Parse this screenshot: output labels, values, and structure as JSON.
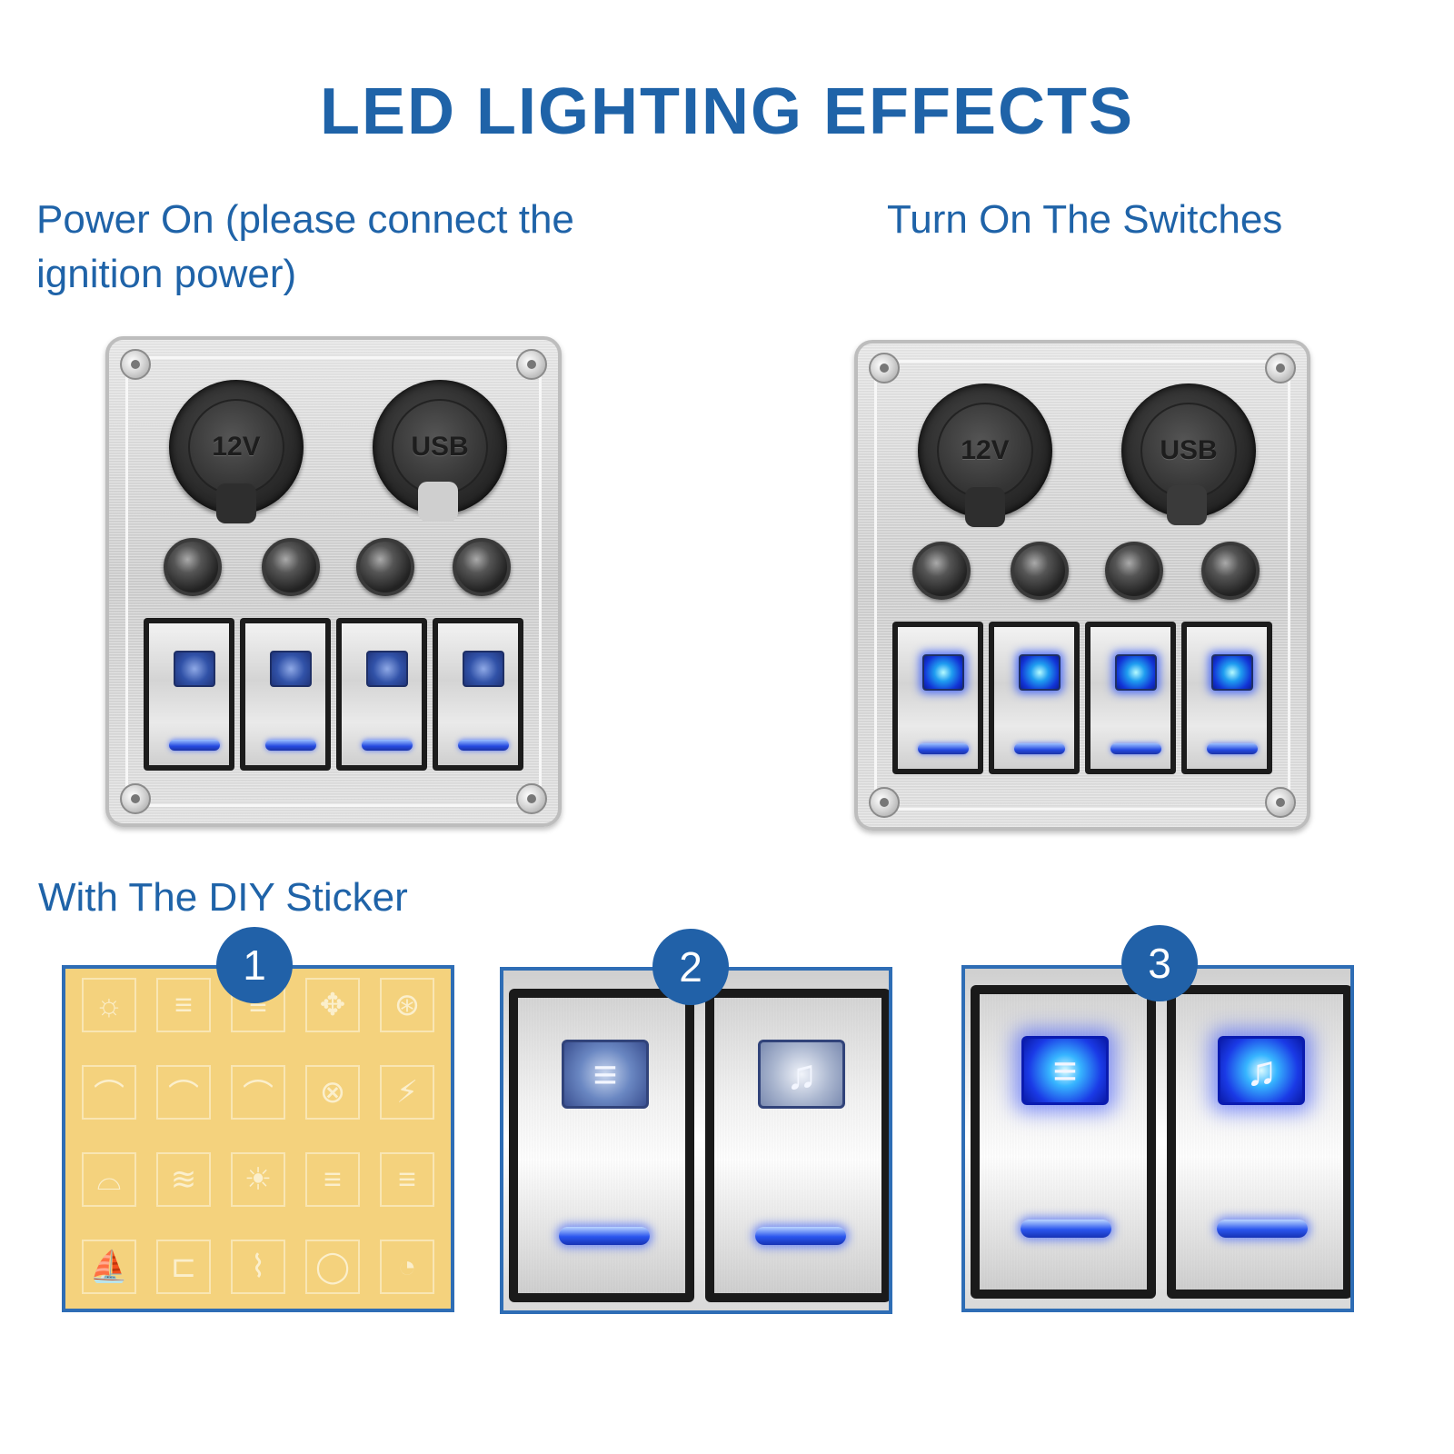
{
  "title": "LED LIGHTING EFFECTS",
  "captions": {
    "power_on": "Power On (please connect the ignition power)",
    "turn_on": "Turn On The Switches",
    "sticker": "With The DIY Sticker"
  },
  "panel": {
    "socket_12v_label": "12V",
    "socket_usb_label": "USB"
  },
  "badges": [
    "1",
    "2",
    "3"
  ],
  "sticker_icons": [
    "headlight-icon",
    "low-beam-icon",
    "high-beam-icon",
    "interior-light-icon",
    "steering-icon",
    "wiper-1-icon",
    "wiper-2-icon",
    "wiper-3-icon",
    "bulb-icon",
    "lightning-icon",
    "windshield-wiper-icon",
    "rear-defrost-icon",
    "dome-light-icon",
    "fog-light-icon",
    "rear-fog-icon",
    "boat-icon",
    "trailer-icon",
    "pump-icon",
    "horn-icon",
    "warning-icon"
  ],
  "sticker_glyphs": [
    "☼",
    "≡",
    "≡",
    "✥",
    "⊛",
    "⌒",
    "⌒",
    "⌒",
    "⊗",
    "⚡",
    "⌓",
    "≋",
    "☀",
    "≡",
    "≡",
    "⛵",
    "⊏",
    "⌇",
    "◯",
    "◔"
  ],
  "zoom_icons": {
    "left_glyph": "≡",
    "right_glyph": "♫"
  },
  "colors": {
    "brand_blue": "#1f63a8",
    "led_blue": "#1a3ae6",
    "sticker_bg": "#f4d27d"
  }
}
